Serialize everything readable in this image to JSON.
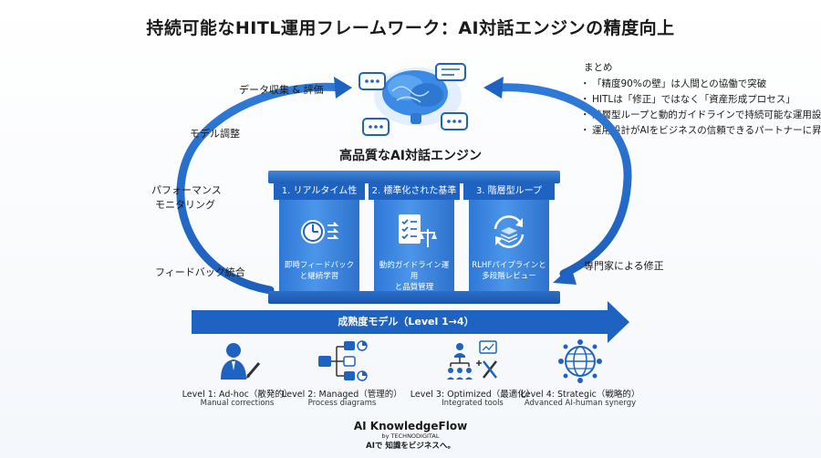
{
  "title": "持続可能なHITL運用フレームワーク：AI対話エンジンの精度向上",
  "summary": {
    "heading": "まとめ",
    "items": [
      "「精度90%の壁」は人間との協働で突破",
      "HITLは「修正」ではなく「資産形成プロセス」",
      "階層型ループと動的ガイドラインで持続可能な運用設計",
      "運用設計がAIをビジネスの信頼できるパートナーに昇華"
    ]
  },
  "cycle": {
    "data_collection": "データ収集 & 評価",
    "model_tuning": "モデル調整",
    "monitoring_line1": "パフォーマンス",
    "monitoring_line2": "モニタリング",
    "feedback": "フィードバック統合",
    "expert_fix": "専門家による修正"
  },
  "engine": {
    "title": "高品質なAI対話エンジン"
  },
  "pillars": [
    {
      "head": "1. リアルタイム性",
      "line1": "即時フィードバック",
      "line2": "と継続学習",
      "icon": "clock-arrows-icon"
    },
    {
      "head": "2. 標準化された基準",
      "line1": "動的ガイドライン運用",
      "line2": "と品質管理",
      "icon": "checklist-scale-icon"
    },
    {
      "head": "3. 階層型ループ",
      "line1": "RLHFパイプラインと",
      "line2": "多段階レビュー",
      "icon": "layered-loop-icon"
    }
  ],
  "maturity": {
    "label": "成熟度モデル（Level 1→4）"
  },
  "levels": [
    {
      "name": "Level 1: Ad-hoc（散発的）",
      "sub": "Manual corrections",
      "icon": "person-pen-icon"
    },
    {
      "name": "Level 2: Managed（管理的）",
      "sub": "Process diagrams",
      "icon": "process-diagram-icon"
    },
    {
      "name": "Level 3: Optimized（最適化）",
      "sub": "Integrated tools",
      "icon": "integrated-tools-icon"
    },
    {
      "name": "Level 4: Strategic（戦略的）",
      "sub": "Advanced AI-human synergy",
      "icon": "globe-network-icon"
    }
  ],
  "brand": {
    "name": "AI KnowledgeFlow",
    "by": "by TECHNODIGITAL",
    "tagline": "AIで 知識をビジネスへ。"
  },
  "colors": {
    "primary": "#1e63c2",
    "light": "#4b95ea",
    "dark": "#1a56a8"
  }
}
